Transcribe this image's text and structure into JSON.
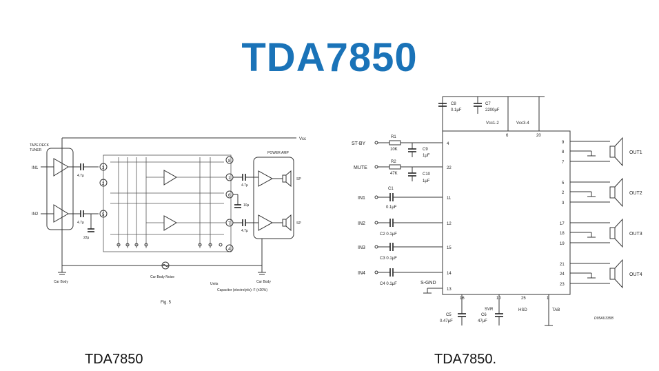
{
  "title": "TDA7850",
  "captions": {
    "left": "TDA7850",
    "right": "TDA7850."
  },
  "colors": {
    "title": "#1a73b8",
    "line": "#333333"
  },
  "left_diagram": {
    "vcc": "Vcc",
    "source": "TAPE DECK TUNER",
    "source_l1": "TAPE DECK",
    "source_l2": "TUNER",
    "power_amp": "POWER AMP",
    "in1": "IN1",
    "in2": "IN2",
    "cap1": "4.7μ",
    "cap2": "4.7μ",
    "cap3": "22μ",
    "cap4": "4.7μ",
    "cap5": "4.7μ",
    "cap6": "10μ",
    "sp1": "SP",
    "sp2": "SP",
    "car_body_left": "Car Body",
    "car_body_noise": "Car Body Noise",
    "car_body_right": "Car Body",
    "units": "Units",
    "capacitor_note": "Capacitor (electrolytic): F (±20%)",
    "fig": "Fig. 5",
    "nodes": [
      "1",
      "2",
      "3",
      "4",
      "5",
      "6",
      "7",
      "8"
    ]
  },
  "right_diagram": {
    "st_by": "ST-BY",
    "mute": "MUTE",
    "r1": "R1",
    "r1_val": "10K",
    "r2": "R2",
    "r2_val": "47K",
    "c9": "C9",
    "c9_val": "1μF",
    "c10": "C10",
    "c10_val": "1μF",
    "c8": "C8",
    "c8_val": "0.1μF",
    "c7": "C7",
    "c7_val": "2200μF",
    "vcc12": "Vcc1-2",
    "vcc34": "Vcc3-4",
    "in1": "IN1",
    "in2": "IN2",
    "in3": "IN3",
    "in4": "IN4",
    "c1": "C1",
    "c1_val": "0.1μF",
    "c2": "C2 0.1μF",
    "c3": "C3 0.1μF",
    "c4": "C4 0.1μF",
    "s_gnd": "S-GND",
    "c5": "C5",
    "c5_val": "0.47μF",
    "c6": "C6",
    "c6_val": "47μF",
    "svr": "SVR",
    "hsd": "HSD",
    "tab": "TAB",
    "code": "D95AU335B",
    "out1": "OUT1",
    "out2": "OUT2",
    "out3": "OUT3",
    "out4": "OUT4",
    "pins_left": [
      "4",
      "22",
      "11",
      "12",
      "15",
      "14",
      "13"
    ],
    "pins_top": [
      "6",
      "20"
    ],
    "pins_right": [
      "9",
      "8",
      "7",
      "5",
      "2",
      "3",
      "17",
      "18",
      "19",
      "21",
      "24",
      "23"
    ],
    "pins_bottom": [
      "16",
      "10",
      "25",
      "1"
    ]
  }
}
